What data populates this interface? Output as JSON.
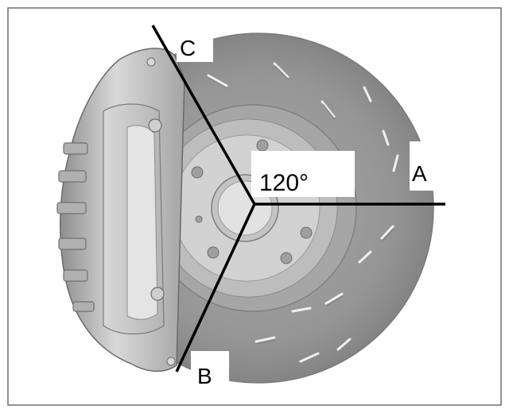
{
  "diagram": {
    "angle_label": "120°",
    "direction_labels": {
      "a": "A",
      "b": "B",
      "c": "C"
    },
    "colors": {
      "frame": "#6e6e6e",
      "disc": "#9a9a9a",
      "disc_inner": "#b8b8b8",
      "hub": "#d6d6d6",
      "caliper": "#c9c9c9",
      "lines": "#000000",
      "text": "#000000"
    },
    "icons": {
      "disc": "brake-disc-icon",
      "caliper": "brake-caliper-icon"
    }
  }
}
